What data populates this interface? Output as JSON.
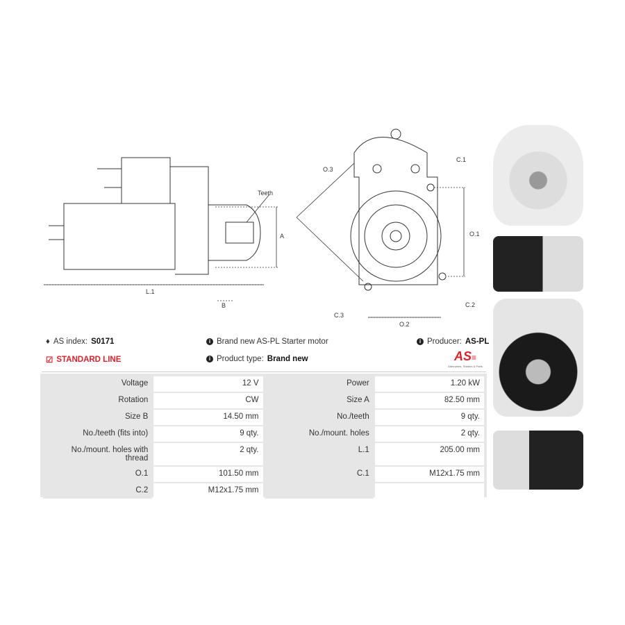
{
  "diagram_labels": {
    "teeth": "Teeth",
    "a": "A",
    "b": "B",
    "l1": "L.1",
    "o3": "O.3",
    "c1": "C.1",
    "o1": "O.1",
    "c2": "C.2",
    "c3": "C.3",
    "o2": "O.2"
  },
  "info": {
    "as_index_label": "AS index:",
    "as_index_value": "S0171",
    "line": "STANDARD LINE",
    "description": "Brand new AS-PL Starter motor",
    "product_type_label": "Product type:",
    "product_type_value": "Brand new",
    "producer_label": "Producer:",
    "producer_value": "AS-PL",
    "logo_text": "AS",
    "logo_tagline": "Alternators, Starters & Parts"
  },
  "specs": [
    [
      "Voltage",
      "12 V",
      "Power",
      "1.20 kW"
    ],
    [
      "Rotation",
      "CW",
      "Size A",
      "82.50 mm"
    ],
    [
      "Size B",
      "14.50 mm",
      "No./teeth",
      "9 qty."
    ],
    [
      "No./teeth (fits into)",
      "9 qty.",
      "No./mount. holes",
      "2 qty."
    ],
    [
      "No./mount. holes with thread",
      "2 qty.",
      "L.1",
      "205.00 mm"
    ],
    [
      "O.1",
      "101.50 mm",
      "C.1",
      "M12x1.75 mm"
    ],
    [
      "C.2",
      "M12x1.75 mm",
      "",
      ""
    ]
  ],
  "colors": {
    "accent": "#d8222b",
    "table_label_bg": "#e6e6e6"
  }
}
